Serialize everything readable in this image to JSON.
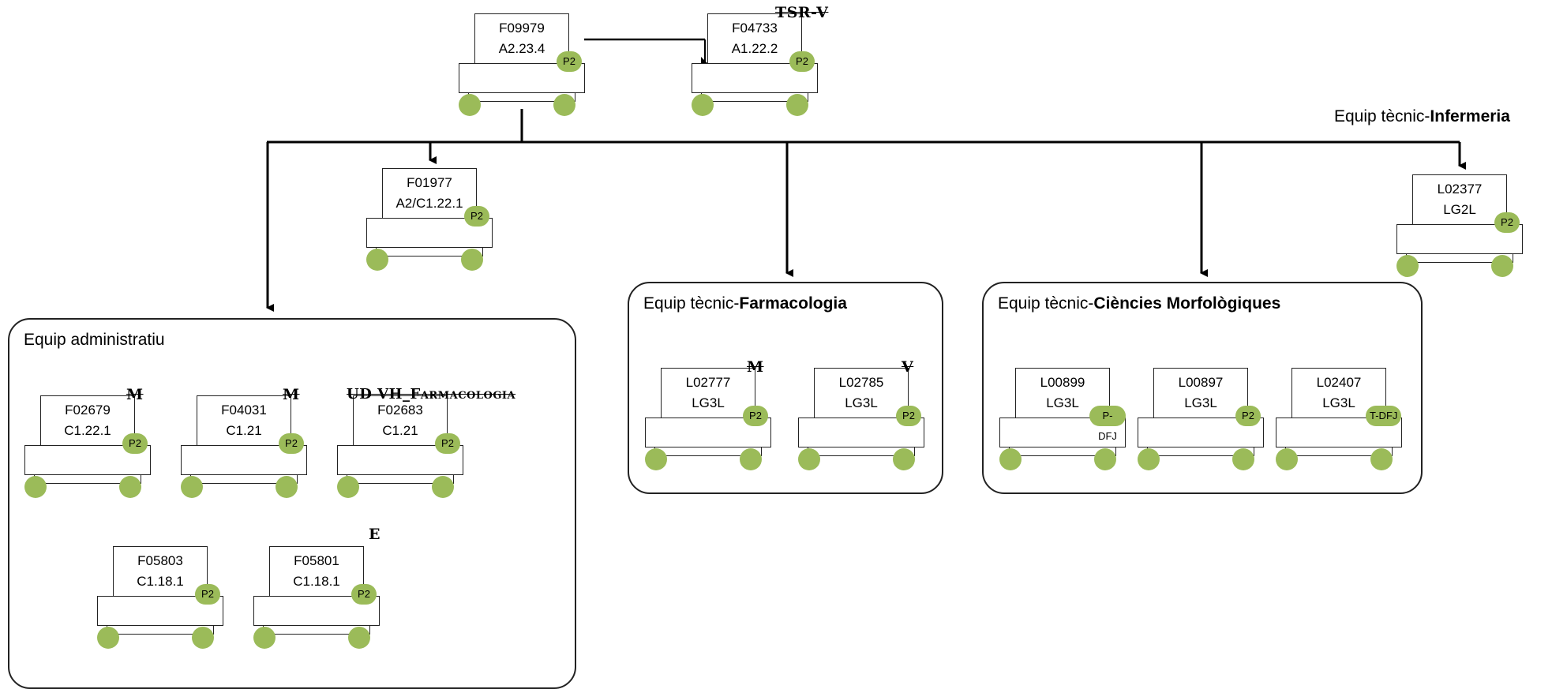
{
  "diagram": {
    "groups": {
      "admin": {
        "title": "Equip administratiu"
      },
      "farmacologia": {
        "prefix": "Equip tècnic-",
        "bold": "Farmacologia"
      },
      "morfologiques": {
        "prefix": "Equip tècnic-",
        "bold": "Ciències Morfològiques"
      },
      "infermeria": {
        "prefix": "Equip tècnic-",
        "bold": "Infermeria"
      }
    },
    "nodes": {
      "f09979": {
        "code": "F09979",
        "class": "A2.23.4",
        "badge": "P2"
      },
      "f04733": {
        "code": "F04733",
        "class": "A1.22.2",
        "badge": "P2",
        "tag": "TSR-V"
      },
      "f01977": {
        "code": "F01977",
        "class": "A2/C1.22.1",
        "badge": "P2"
      },
      "l02377": {
        "code": "L02377",
        "class": "LG2L",
        "badge": "P2"
      },
      "f02679": {
        "code": "F02679",
        "class": "C1.22.1",
        "badge": "P2",
        "tag": "M"
      },
      "f04031": {
        "code": "F04031",
        "class": "C1.21",
        "badge": "P2",
        "tag": "M"
      },
      "f02683": {
        "code": "F02683",
        "class": "C1.21",
        "badge": "P2",
        "tag": "UD VH_Farmacologia"
      },
      "f05803": {
        "code": "F05803",
        "class": "C1.18.1",
        "badge": "P2"
      },
      "f05801": {
        "code": "F05801",
        "class": "C1.18.1",
        "badge": "P2",
        "tag": "E"
      },
      "l02777": {
        "code": "L02777",
        "class": "LG3L",
        "badge": "P2",
        "tag": "M"
      },
      "l02785": {
        "code": "L02785",
        "class": "LG3L",
        "badge": "P2",
        "tag": "V"
      },
      "l00899": {
        "code": "L00899",
        "class": "LG3L",
        "badge": "P-DFJ"
      },
      "l00897": {
        "code": "L00897",
        "class": "LG3L",
        "badge": "P2"
      },
      "l02407": {
        "code": "L02407",
        "class": "LG3L",
        "badge": "T-DFJ"
      }
    },
    "colors": {
      "badge": "#9bbb59",
      "line": "#000000",
      "border": "#222222"
    }
  }
}
